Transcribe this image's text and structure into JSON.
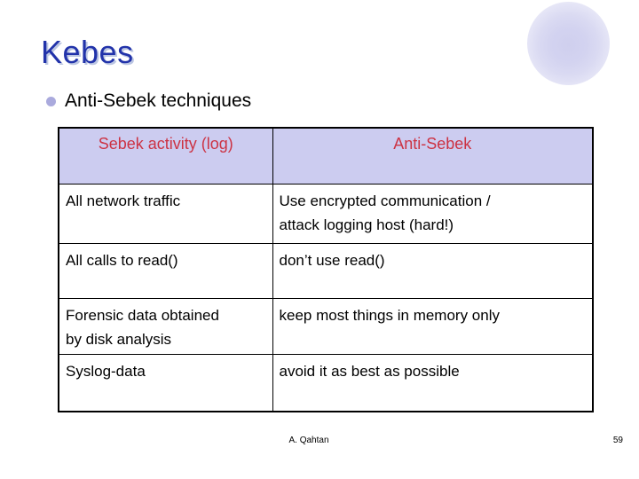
{
  "slide": {
    "title": "Kebes",
    "bullet_text": "Anti-Sebek techniques"
  },
  "table": {
    "headers": [
      "Sebek activity (log)",
      "Anti-Sebek"
    ],
    "rows": [
      [
        "All network traffic",
        "Use encrypted communication /\nattack logging host (hard!)"
      ],
      [
        "All calls to read()",
        "don’t use read()"
      ],
      [
        "Forensic data obtained\nby disk analysis",
        "keep most things in memory only"
      ],
      [
        "Syslog-data",
        "avoid it as best as possible"
      ]
    ]
  },
  "footer": {
    "author": "A. Qahtan",
    "page_number": "59"
  },
  "colors": {
    "title_text": "#2233aa",
    "title_shadow": "#bcc6e2",
    "bullet_dot": "#aaaadd",
    "table_header_bg": "#ccccf0",
    "table_header_text": "#cc3344",
    "table_border": "#000000",
    "sphere_center": "#cfcfee"
  }
}
